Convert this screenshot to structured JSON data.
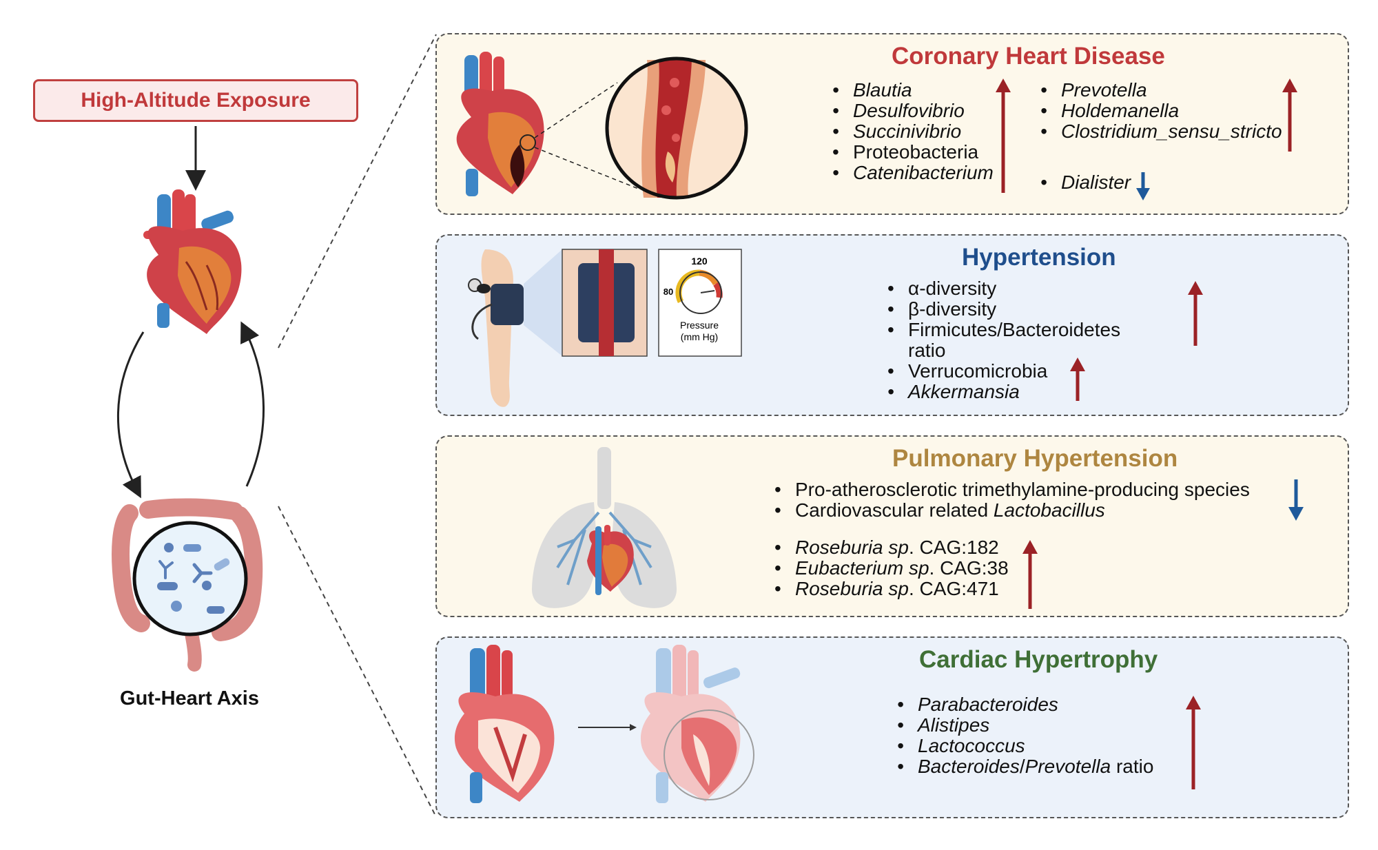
{
  "left": {
    "exposure_label": "High-Altitude Exposure",
    "axis_label": "Gut-Heart Axis"
  },
  "panels": {
    "chd": {
      "title": "Coronary Heart Disease",
      "col1": [
        "Blautia",
        "Desulfovibrio",
        "Succinivibrio",
        "Proteobacteria",
        "Catenibacterium"
      ],
      "col2": [
        "Prevotella",
        "Holdemanella",
        "Clostridium_sensu_stricto"
      ],
      "col2_down": [
        "Dialister"
      ]
    },
    "ht": {
      "title": "Hypertension",
      "items": [
        "α-diversity",
        "β-diversity",
        "Firmicutes/Bacteroidetes",
        "ratio",
        "Verrucomicrobia",
        "Akkermansia"
      ],
      "gauge_high": "120",
      "gauge_low": "80",
      "gauge_label1": "Pressure",
      "gauge_label2": "(mm Hg)"
    },
    "ph": {
      "title": "Pulmonary Hypertension",
      "group1": [
        "Pro-atherosclerotic trimethylamine-producing species",
        "Cardiovascular related"
      ],
      "group1_italic": "Lactobacillus",
      "group2": [
        {
          "genus": "Roseburia sp",
          "rest": ". CAG:182"
        },
        {
          "genus": "Eubacterium sp",
          "rest": ". CAG:38"
        },
        {
          "genus": "Roseburia sp",
          "rest": ". CAG:471"
        }
      ]
    },
    "ch": {
      "title": "Cardiac Hypertrophy",
      "items": [
        "Parabacteroides",
        "Alistipes",
        "Lactococcus"
      ],
      "last_italic1": "Bacteroides",
      "last_sep": "/",
      "last_italic2": "Prevotella",
      "last_rest": " ratio"
    }
  },
  "colors": {
    "up_arrow": "#9b2226",
    "down_arrow": "#1f5a9b",
    "chd_title": "#c0393b",
    "ht_title": "#1f4e8c",
    "ph_title": "#ae8640",
    "ch_title": "#3f6f36"
  }
}
